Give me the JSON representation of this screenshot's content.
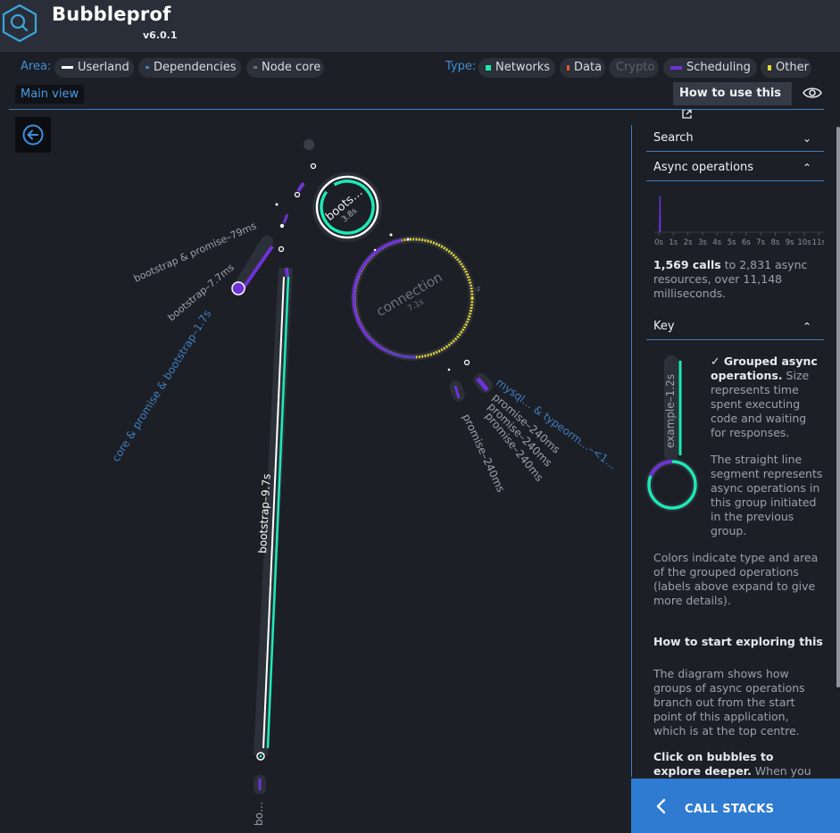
{
  "app": {
    "title": "Bubbleprof",
    "version": "v6.0.1"
  },
  "filters": {
    "area_label": "Area:",
    "area_items": [
      {
        "label": "Userland",
        "color": "#ffffff"
      },
      {
        "label": "Dependencies",
        "color": "#3d7fc0"
      },
      {
        "label": "Node core",
        "color": "#6b7380"
      }
    ],
    "type_label": "Type:",
    "type_items": [
      {
        "label": "Networks",
        "color": "#1de9b6",
        "enabled": true
      },
      {
        "label": "Data",
        "color": "#e0563c",
        "enabled": true
      },
      {
        "label": "Crypto",
        "color": "#4a4f58",
        "enabled": false
      },
      {
        "label": "Scheduling",
        "color": "#6f32d6",
        "enabled": true
      },
      {
        "label": "Other",
        "color": "#e6d635",
        "enabled": true
      }
    ]
  },
  "nav": {
    "breadcrumb": "Main view",
    "how_to_use": "How to use this",
    "howto_icon": "external-link-icon",
    "eye_icon": "eye-icon",
    "back_icon": "back-arrow-icon"
  },
  "diagram": {
    "nodes": [
      {
        "label": "boots…",
        "time": "3.8s"
      },
      {
        "label": "connection",
        "time": "7.1s"
      }
    ],
    "connection_partial_label": "…s",
    "links": [
      "bootstrap & promise–79ms",
      "bootstrap–7.7ms",
      "core & promise & bootstrap–1.7s",
      "bootstrap–9.7s",
      "bo…",
      "mysql… & typeorm…–<1…",
      "promise–240ms",
      "promise–240ms",
      "promise–240ms",
      "promise–240ms"
    ]
  },
  "panel": {
    "search_label": "Search",
    "async_label": "Async operations",
    "async_axis_ticks": [
      "0s",
      "1s",
      "2s",
      "3s",
      "4s",
      "5s",
      "6s",
      "7s",
      "8s",
      "9s",
      "10s",
      "11s"
    ],
    "calls_bold": "1,569 calls",
    "calls_rest": " to 2,831 async resources, over 11,148 milliseconds.",
    "key_label": "Key",
    "key_example_label": "example–1.2s",
    "key_grouped_bold": "Grouped async operations.",
    "key_grouped_rest": " Size represents time spent executing code and waiting for responses.",
    "key_line_text": "The straight line segment represents async operations in this group initiated in the previous group.",
    "key_colors_text": "Colors indicate type and area of the grouped operations (labels above expand to give more details).",
    "explore_heading": "How to start exploring this",
    "explore_text": "The diagram shows how groups of async operations branch out from the start point of this application, which is at the top centre.",
    "click_bold": "Click on bubbles to explore deeper.",
    "click_rest": " When you reach",
    "call_stacks_label": "CALL STACKS",
    "call_stacks_icon": "chevron-left-icon"
  },
  "colors": {
    "networks": "#1de9b6",
    "scheduling": "#6f32d6",
    "other": "#e6d635",
    "accent": "#3d7fc0",
    "call_stacks_bg": "#2f7bd1"
  }
}
